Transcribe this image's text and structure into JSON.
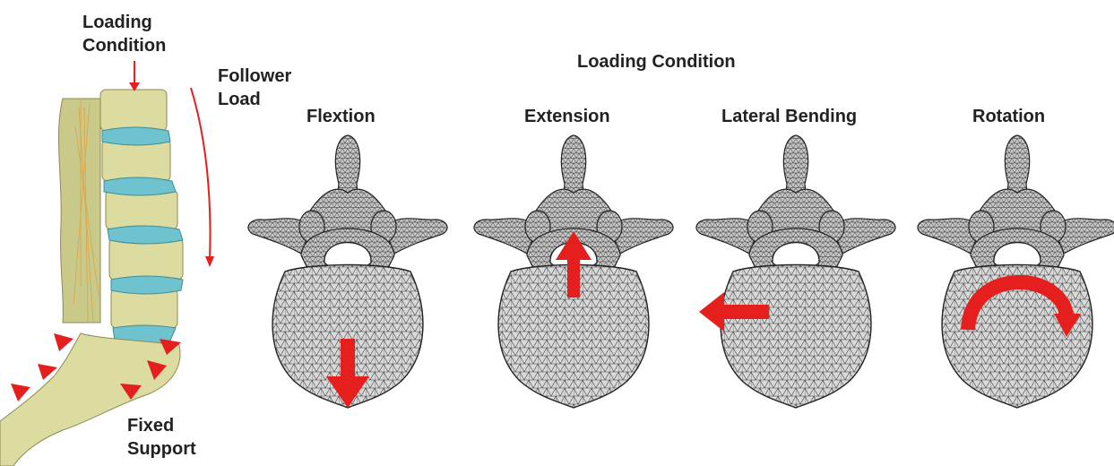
{
  "spine": {
    "loading_condition": "Loading\nCondition",
    "follower_load": "Follower\nLoad",
    "fixed_support": "Fixed\nSupport"
  },
  "main_title": "Loading Condition",
  "conditions": [
    {
      "label": "Flextion",
      "arrow": "down"
    },
    {
      "label": "Extension",
      "arrow": "up"
    },
    {
      "label": "Lateral Bending",
      "arrow": "left"
    },
    {
      "label": "Rotation",
      "arrow": "rotate"
    }
  ],
  "colors": {
    "bone": "#dcdca0",
    "bone_shadow": "#a8a66a",
    "disc": "#6fc3cf",
    "mesh_fill": "#d8d8d8",
    "mesh_line": "#3a3a3a",
    "arrow": "#e51e1e"
  }
}
